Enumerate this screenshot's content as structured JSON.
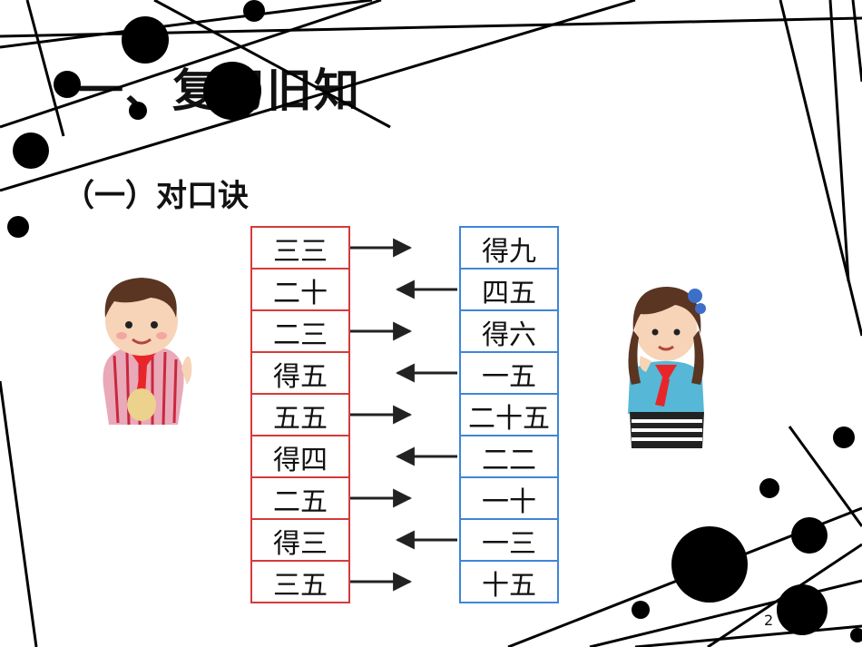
{
  "title": "一、复习旧知",
  "subtitle": "（一）对口诀",
  "left_column": [
    "三三",
    "二十",
    "二三",
    "得五",
    "五五",
    "得四",
    "二五",
    "得三",
    "三五"
  ],
  "right_column": [
    "得九",
    "四五",
    "得六",
    "一五",
    "二十五",
    "二二",
    "一十",
    "一三",
    "十五"
  ],
  "arrow_directions": [
    "right",
    "left",
    "right",
    "left",
    "right",
    "left",
    "right",
    "left",
    "right"
  ],
  "page_number": "2",
  "colors": {
    "left_border": "#d63a3a",
    "right_border": "#3f86d8",
    "text": "#111111"
  }
}
